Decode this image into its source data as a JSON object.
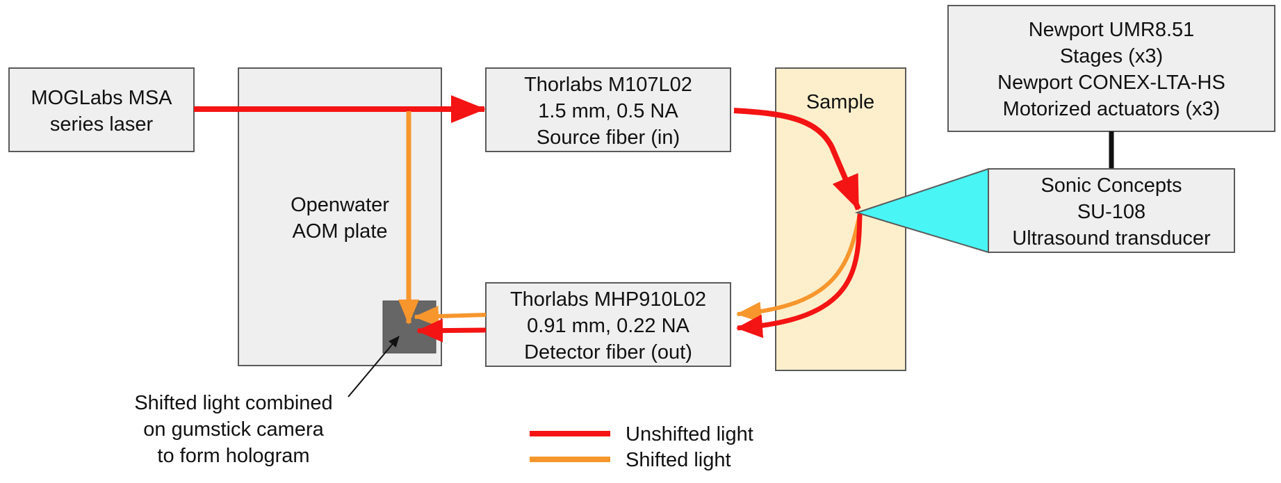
{
  "colors": {
    "box_fill": "#efefef",
    "sample_fill": "#fdefcc",
    "camera_fill": "#666666",
    "transducer_fill": "#49f5f5",
    "unshifted": "#f31413",
    "shifted": "#f7962d"
  },
  "boxes": {
    "laser": {
      "lines": [
        "MOGLabs MSA",
        "series laser"
      ]
    },
    "aom_plate": {
      "lines": [
        "Openwater",
        "AOM plate"
      ]
    },
    "source_fiber": {
      "lines": [
        "Thorlabs M107L02",
        "1.5 mm, 0.5 NA",
        "Source fiber (in)"
      ]
    },
    "detector_fiber": {
      "lines": [
        "Thorlabs MHP910L02",
        "0.91 mm, 0.22 NA",
        "Detector fiber (out)"
      ]
    },
    "sample": {
      "lines": [
        "Sample"
      ]
    },
    "stages": {
      "lines": [
        "Newport UMR8.51",
        "Stages (x3)",
        "Newport CONEX-LTA-HS",
        "Motorized actuators (x3)"
      ]
    },
    "transducer": {
      "lines": [
        "Sonic Concepts",
        "SU-108",
        "Ultrasound transducer"
      ]
    }
  },
  "annotation": {
    "lines": [
      "Shifted light combined",
      "on gumstick camera",
      "to form hologram"
    ]
  },
  "legend": {
    "unshifted_label": "Unshifted light",
    "shifted_label": "Shifted light"
  }
}
